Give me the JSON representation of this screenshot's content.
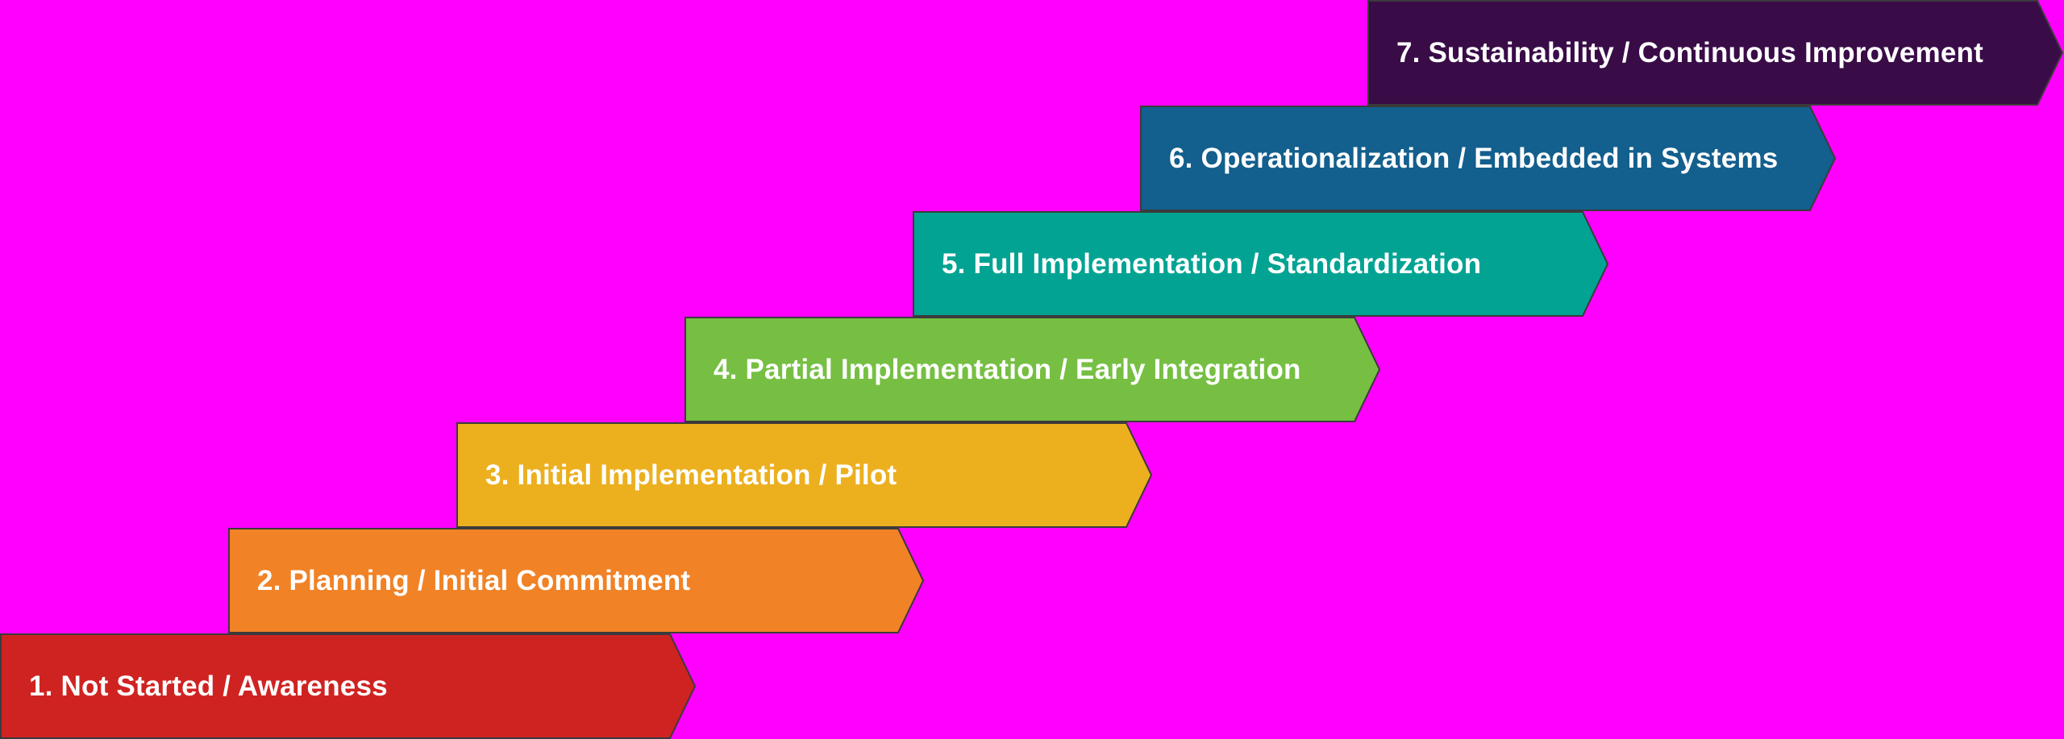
{
  "diagram": {
    "type": "staircase-process-arrows",
    "background_color": "#FF00FF",
    "text_color": "#FFFFFF",
    "outline_color": "#3B3B3B",
    "steps": [
      {
        "label": "1. Not Started / Awareness",
        "color": "#CF2322"
      },
      {
        "label": "2. Planning / Initial Commitment",
        "color": "#F18226"
      },
      {
        "label": "3. Initial Implementation / Pilot",
        "color": "#ECB01F"
      },
      {
        "label": "4. Partial Implementation / Early Integration",
        "color": "#76BF43"
      },
      {
        "label": "5. Full Implementation / Standardization",
        "color": "#02A393"
      },
      {
        "label": "6. Operationalization / Embedded in Systems",
        "color": "#135F8D"
      },
      {
        "label": "7. Sustainability / Continuous Improvement",
        "color": "#390C48"
      }
    ]
  }
}
